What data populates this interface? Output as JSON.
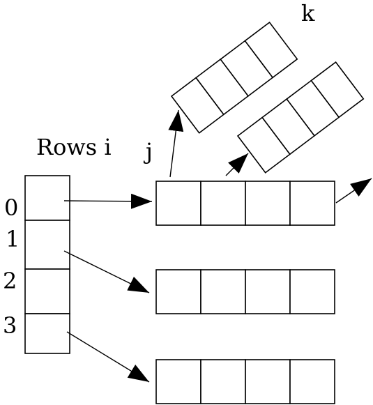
{
  "labels": {
    "rows": "Rows i",
    "j": "j",
    "k": "k"
  },
  "row_indices": [
    "0",
    "1",
    "2",
    "3"
  ]
}
